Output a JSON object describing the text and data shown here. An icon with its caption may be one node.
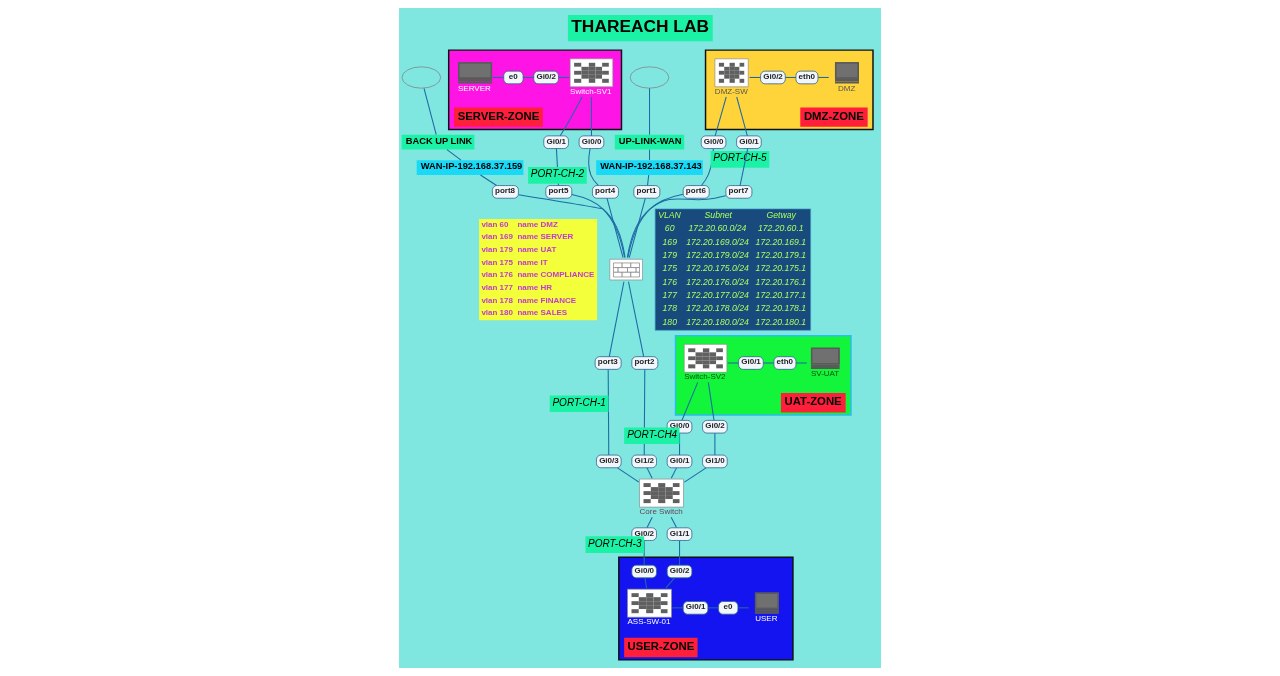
{
  "diagram": {
    "title": "THAREACH LAB",
    "nodes": [
      {
        "text": [],
        "shape": "cloud"
      },
      {
        "text": [],
        "shape": "cloud"
      },
      {
        "text": [
          "BACK UP LINK"
        ]
      },
      {
        "text": [
          "UP-LINK-WAN"
        ]
      },
      {
        "text": [
          "WAN-IP-192.168.37.159"
        ]
      },
      {
        "text": [
          "WAN-IP-192.168.37.143"
        ]
      },
      {
        "text": [
          "SERVER-ZONE"
        ]
      },
      {
        "text": [
          "SERVER"
        ],
        "in": 6
      },
      {
        "text": [
          "e0"
        ],
        "in": 6
      },
      {
        "text": [
          "Gi0/2"
        ],
        "in": 6
      },
      {
        "text": [
          "Switch-SV1"
        ],
        "in": 6
      },
      {
        "text": [
          "Gi0/1"
        ]
      },
      {
        "text": [
          "Gi0/0"
        ]
      },
      {
        "text": [
          "port8"
        ]
      },
      {
        "text": [
          "port5"
        ]
      },
      {
        "text": [
          "port4"
        ]
      },
      {
        "text": [],
        "shape": "picture"
      },
      {
        "text": [
          "port1"
        ]
      },
      {
        "text": [
          "port6"
        ]
      },
      {
        "text": [
          "port7"
        ]
      },
      {
        "text": [
          "Gi0/0"
        ]
      },
      {
        "text": [
          "Gi0/1"
        ]
      },
      {
        "text": [
          "DMZ-ZONE"
        ]
      },
      {
        "text": [
          "DMZ-SW"
        ],
        "in": 22
      },
      {
        "text": [
          "Gi0/2"
        ],
        "in": 22
      },
      {
        "text": [
          "eth0"
        ],
        "in": 22
      },
      {
        "text": [
          "DMZ"
        ],
        "in": 22
      },
      {
        "text": [
          "port3"
        ]
      },
      {
        "text": [
          "port2"
        ]
      },
      {
        "text": [
          "UAT-ZONE"
        ]
      },
      {
        "text": [
          "Switch-SV2"
        ],
        "in": 29
      },
      {
        "text": [
          "Gi0/1"
        ],
        "in": 29
      },
      {
        "text": [
          "eth0"
        ],
        "in": 29
      },
      {
        "text": [
          "SV-UAT"
        ],
        "in": 29
      },
      {
        "text": [
          "Gi0/0"
        ]
      },
      {
        "text": [
          "Gi0/2"
        ]
      },
      {
        "text": [
          "Gi0/3"
        ]
      },
      {
        "text": [
          "Gi1/2"
        ]
      },
      {
        "text": [
          "Gi0/1"
        ]
      },
      {
        "text": [
          "Gi1/0"
        ]
      },
      {
        "text": [
          "USER-ZONE"
        ]
      },
      {
        "text": [
          "ASS-SW-01"
        ],
        "in": 40
      },
      {
        "text": [
          "Gi0/0"
        ],
        "in": 40
      },
      {
        "text": [
          "Gi0/2"
        ],
        "in": 40
      },
      {
        "text": [
          "Gi0/1"
        ],
        "in": 40
      },
      {
        "text": [
          "e0"
        ],
        "in": 40
      },
      {
        "text": [
          "USER"
        ],
        "in": 40
      },
      {
        "text": [
          "Gi0/2"
        ]
      },
      {
        "text": [
          "Gi1/1"
        ]
      },
      {
        "text": [
          "Core Switch"
        ]
      }
    ],
    "edges": [
      {
        "from": 0,
        "to": 2,
        "arrow": "none"
      },
      {
        "from": 2,
        "to": 4,
        "arrow": "none"
      },
      {
        "from": 4,
        "to": 13,
        "arrow": "none"
      },
      {
        "from": 13,
        "to": 16,
        "arrow": "none"
      },
      {
        "from": 1,
        "to": 3,
        "arrow": "none"
      },
      {
        "from": 3,
        "to": 5,
        "arrow": "none"
      },
      {
        "from": 5,
        "to": 17,
        "arrow": "none"
      },
      {
        "from": 17,
        "to": 16,
        "arrow": "none"
      },
      {
        "from": 7,
        "to": 8,
        "arrow": "none"
      },
      {
        "from": 8,
        "to": 9,
        "arrow": "none"
      },
      {
        "from": 9,
        "to": 10,
        "arrow": "none"
      },
      {
        "from": 10,
        "to": 11,
        "arrow": "none"
      },
      {
        "from": 10,
        "to": 12,
        "arrow": "none"
      },
      {
        "from": 11,
        "to": 14,
        "arrow": "none",
        "label": "PORT-CH-2"
      },
      {
        "from": 12,
        "to": 15,
        "arrow": "none"
      },
      {
        "from": 14,
        "to": 16,
        "arrow": "none"
      },
      {
        "from": 15,
        "to": 16,
        "arrow": "none"
      },
      {
        "from": 23,
        "to": 20,
        "arrow": "none"
      },
      {
        "from": 23,
        "to": 21,
        "arrow": "none"
      },
      {
        "from": 20,
        "to": 18,
        "arrow": "none",
        "label": "PORT-CH-5"
      },
      {
        "from": 21,
        "to": 19,
        "arrow": "none"
      },
      {
        "from": 18,
        "to": 16,
        "arrow": "none"
      },
      {
        "from": 19,
        "to": 16,
        "arrow": "none"
      },
      {
        "from": 23,
        "to": 24,
        "arrow": "none"
      },
      {
        "from": 24,
        "to": 25,
        "arrow": "none"
      },
      {
        "from": 25,
        "to": 26,
        "arrow": "none"
      },
      {
        "from": 16,
        "to": 27,
        "arrow": "none"
      },
      {
        "from": 16,
        "to": 28,
        "arrow": "none"
      },
      {
        "from": 27,
        "to": 36,
        "arrow": "none",
        "label": "PORT-CH-1"
      },
      {
        "from": 28,
        "to": 37,
        "arrow": "none"
      },
      {
        "from": 36,
        "to": 49,
        "arrow": "none"
      },
      {
        "from": 37,
        "to": 49,
        "arrow": "none"
      },
      {
        "from": 30,
        "to": 34,
        "arrow": "none"
      },
      {
        "from": 30,
        "to": 35,
        "arrow": "none"
      },
      {
        "from": 34,
        "to": 38,
        "arrow": "none",
        "label": "PORT-CH4"
      },
      {
        "from": 35,
        "to": 39,
        "arrow": "none"
      },
      {
        "from": 38,
        "to": 49,
        "arrow": "none"
      },
      {
        "from": 39,
        "to": 49,
        "arrow": "none"
      },
      {
        "from": 30,
        "to": 31,
        "arrow": "none"
      },
      {
        "from": 31,
        "to": 32,
        "arrow": "none"
      },
      {
        "from": 32,
        "to": 33,
        "arrow": "none"
      },
      {
        "from": 49,
        "to": 47,
        "arrow": "none"
      },
      {
        "from": 49,
        "to": 48,
        "arrow": "none"
      },
      {
        "from": 47,
        "to": 42,
        "arrow": "none",
        "label": "PORT-CH-3"
      },
      {
        "from": 48,
        "to": 43,
        "arrow": "none"
      },
      {
        "from": 42,
        "to": 41,
        "arrow": "none"
      },
      {
        "from": 43,
        "to": 41,
        "arrow": "none"
      },
      {
        "from": 41,
        "to": 44,
        "arrow": "none"
      },
      {
        "from": 44,
        "to": 45,
        "arrow": "none"
      },
      {
        "from": 45,
        "to": 46,
        "arrow": "none"
      }
    ],
    "labels": [
      "vlan 60",
      "name DMZ",
      "vlan 169",
      "name SERVER",
      "vlan 179",
      "name UAT",
      "vlan 175",
      "name IT",
      "vlan 176",
      "name COMPLIANCE",
      "vlan 177",
      "name HR",
      "vlan 178",
      "name FINANCE",
      "vlan 180",
      "name SALES",
      "VLAN",
      "Subnet",
      "Getway",
      "60",
      "172.20.60.0/24",
      "172.20.60.1",
      "169",
      "172.20.169.0/24",
      "172.20.169.1",
      "179",
      "172.20.179.0/24",
      "172.20.179.1",
      "175",
      "172.20.175.0/24",
      "172.20.175.1",
      "176",
      "172.20.176.0/24",
      "172.20.176.1",
      "177",
      "172.20.177.0/24",
      "172.20.177.1",
      "178",
      "172.20.178.0/24",
      "172.20.178.1",
      "180",
      "172.20.180.0/24",
      "172.20.180.1"
    ]
  }
}
